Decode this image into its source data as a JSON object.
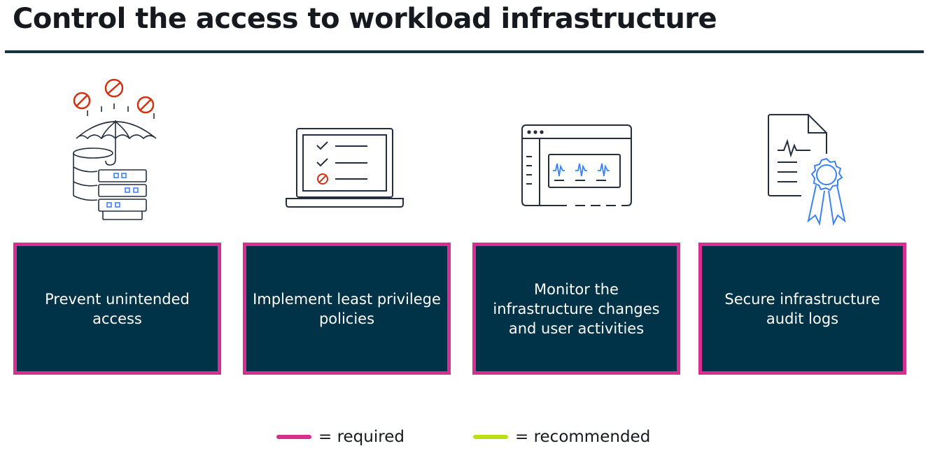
{
  "title": "Control the access to workload infrastructure",
  "cards": [
    {
      "label": "Prevent unintended\naccess",
      "icon": "umbrella-database-icon"
    },
    {
      "label": "Implement least privilege\npolicies",
      "icon": "laptop-checklist-icon"
    },
    {
      "label": "Monitor the\ninfrastructure changes\nand user activities",
      "icon": "monitor-waveform-icon"
    },
    {
      "label": "Secure infrastructure\naudit logs",
      "icon": "certified-document-icon"
    }
  ],
  "legend": [
    {
      "label": "= required",
      "color": "#d62f8f"
    },
    {
      "label": "= recommended",
      "color": "#b8e013"
    }
  ],
  "colors": {
    "card_fill": "#003347",
    "required_border": "#d62f8f",
    "icon_stroke": "#232f3e",
    "icon_alert": "#d13212",
    "icon_accent": "#3b82f6"
  }
}
